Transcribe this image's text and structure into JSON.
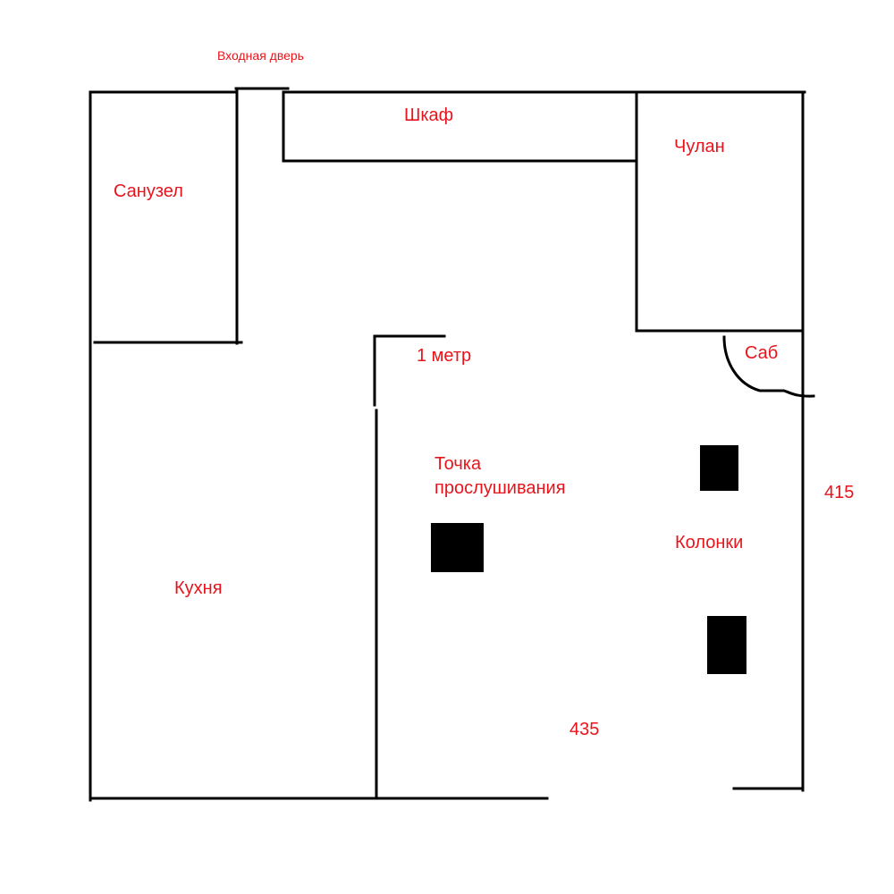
{
  "labels": {
    "entrance": "Входная дверь",
    "closet": "Шкаф",
    "bathroom": "Санузел",
    "storage": "Чулан",
    "meter": "1 метр",
    "sub": "Саб",
    "listening_line1": "Точка",
    "listening_line2": "прослушивания",
    "speakers": "Колонки",
    "kitchen": "Кухня",
    "width_dim": "435",
    "height_dim": "415"
  },
  "colors": {
    "wall": "#000000",
    "label": "#e8141c",
    "furniture": "#000000"
  }
}
